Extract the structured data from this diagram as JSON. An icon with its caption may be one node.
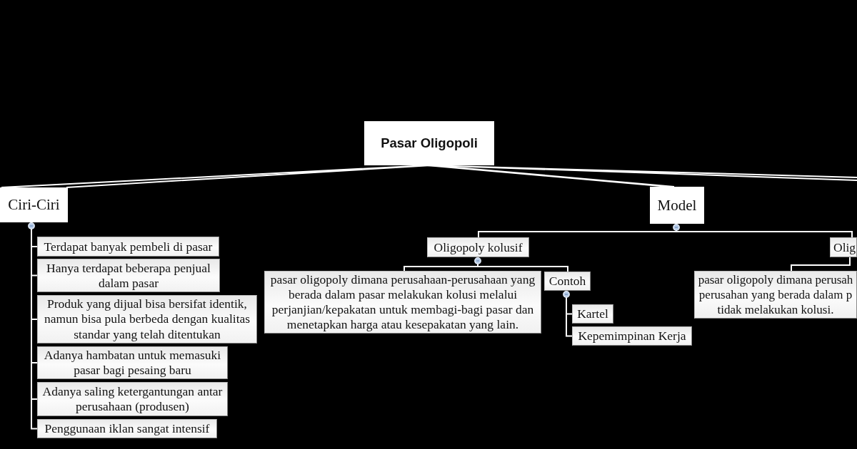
{
  "diagram": {
    "nodes": [
      {
        "text": [
          "Pasar Oligopoli"
        ]
      },
      {
        "text": [
          "Ciri-Ciri"
        ]
      },
      {
        "text": [
          "Terdapat banyak pembeli di pasar"
        ]
      },
      {
        "text": [
          "Hanya terdapat beberapa penjual dalam pasar"
        ]
      },
      {
        "text": [
          "Produk yang dijual bisa bersifat identik, namun bisa pula berbeda dengan kualitas standar yang telah ditentukan"
        ]
      },
      {
        "text": [
          "Adanya hambatan untuk memasuki pasar bagi pesaing baru"
        ]
      },
      {
        "text": [
          "Adanya saling ketergantungan antar perusahaan (produsen)"
        ]
      },
      {
        "text": [
          "Penggunaan iklan sangat intensif"
        ]
      },
      {
        "text": [
          "Model"
        ]
      },
      {
        "text": [
          "Oligopoly kolusif"
        ]
      },
      {
        "text": [
          "pasar oligopoly dimana perusahaan-perusahaan yang berada dalam pasar melakukan kolusi melalui perjanjian/kepakatan untuk membagi-bagi pasar dan menetapkan harga atau kesepakatan yang lain."
        ]
      },
      {
        "text": [
          "Contoh"
        ]
      },
      {
        "text": [
          "Kartel"
        ]
      },
      {
        "text": [
          "Kepemimpinan Kerja"
        ]
      },
      {
        "text": [
          "Olig"
        ]
      },
      {
        "text": [
          "pasar oligopoly dimana perusah perusahan yang berada dalam p tidak melakukan kolusi."
        ]
      }
    ],
    "edges": [
      {
        "from": 0,
        "to": 1,
        "arrow": "none"
      },
      {
        "from": 0,
        "to": 8,
        "arrow": "none"
      },
      {
        "from": 0,
        "to": null,
        "arrow": "none"
      },
      {
        "from": 1,
        "to": 2,
        "arrow": "none"
      },
      {
        "from": 1,
        "to": 3,
        "arrow": "none"
      },
      {
        "from": 1,
        "to": 4,
        "arrow": "none"
      },
      {
        "from": 1,
        "to": 5,
        "arrow": "none"
      },
      {
        "from": 1,
        "to": 6,
        "arrow": "none"
      },
      {
        "from": 1,
        "to": 7,
        "arrow": "none"
      },
      {
        "from": 8,
        "to": 9,
        "arrow": "none"
      },
      {
        "from": 8,
        "to": 14,
        "arrow": "none"
      },
      {
        "from": 9,
        "to": 10,
        "arrow": "none"
      },
      {
        "from": 9,
        "to": 11,
        "arrow": "none"
      },
      {
        "from": 11,
        "to": 12,
        "arrow": "none"
      },
      {
        "from": 11,
        "to": 13,
        "arrow": "none"
      },
      {
        "from": 14,
        "to": 15,
        "arrow": "none"
      }
    ]
  }
}
